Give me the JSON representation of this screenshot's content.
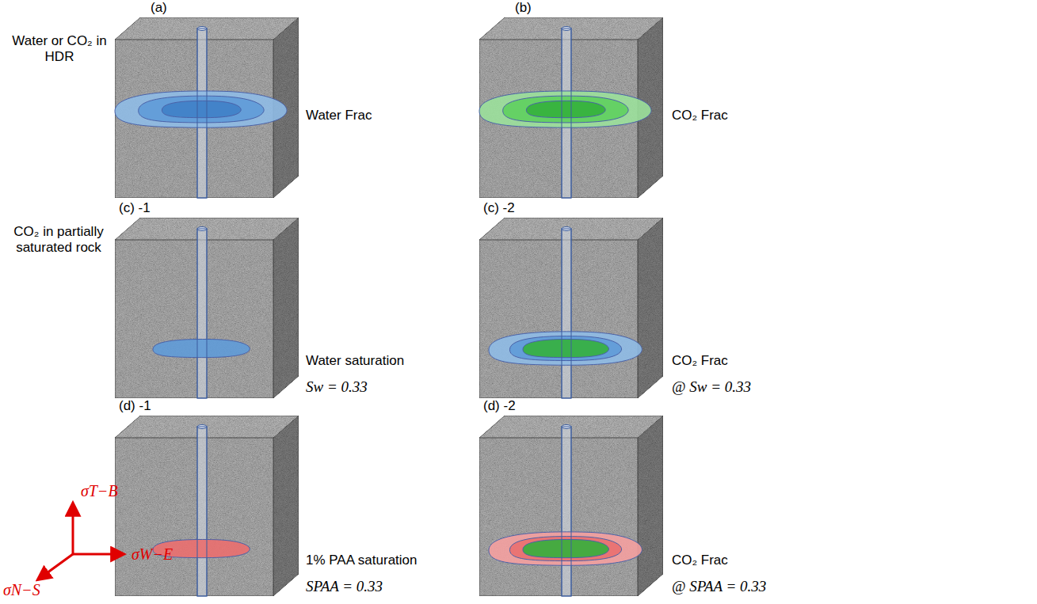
{
  "diagram": {
    "labels": [
      "Water or CO₂ in HDR",
      "(a)",
      "Water Frac",
      "(b)",
      "CO₂ Frac",
      "CO₂ in partially saturated rock",
      "(c) -1",
      "Water saturation",
      "Sw = 0.33",
      "(c) -2",
      "CO₂ Frac",
      "@ Sw = 0.33",
      "(d) -1",
      "1% PAA saturation",
      "SPAA = 0.33",
      "(d) -2",
      "CO₂ Frac",
      "@ SPAA = 0.33",
      "σT−B",
      "σW−E",
      "σN−S"
    ]
  }
}
